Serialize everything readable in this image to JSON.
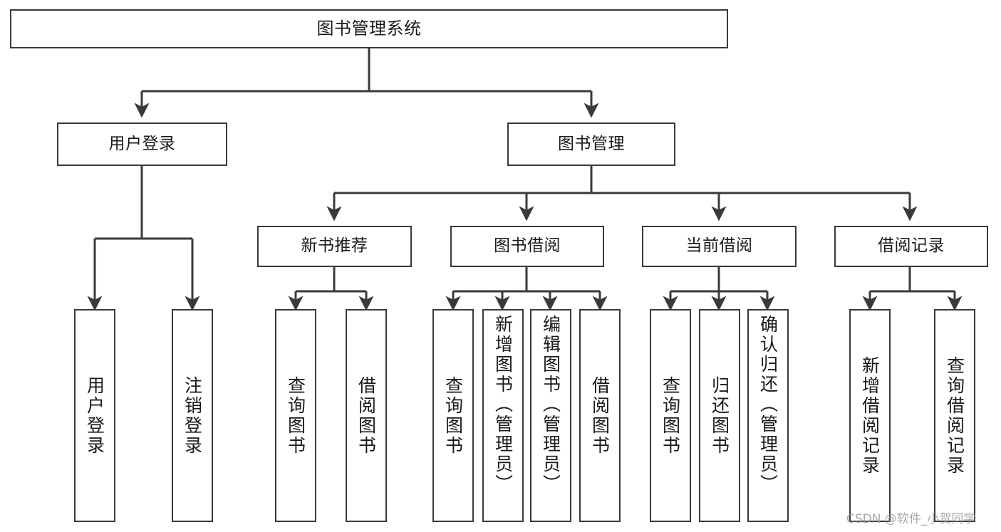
{
  "diagram": {
    "type": "tree",
    "title": "图书管理系统",
    "colors": {
      "box_border": "#3a3a3a",
      "box_fill": "#ffffff",
      "line": "#3a3a3a",
      "text": "#1a1a1a",
      "watermark": "#9a9a9a"
    },
    "root": {
      "label": "图书管理系统"
    },
    "level2": [
      {
        "label": "用户登录"
      },
      {
        "label": "图书管理"
      }
    ],
    "level3": [
      {
        "label": "新书推荐"
      },
      {
        "label": "图书借阅"
      },
      {
        "label": "当前借阅"
      },
      {
        "label": "借阅记录"
      }
    ],
    "leaves": {
      "user_login": [
        {
          "label": "用户登录"
        },
        {
          "label": "注销登录"
        }
      ],
      "new_book_recommend": [
        {
          "label": "查询图书"
        },
        {
          "label": "借阅图书"
        }
      ],
      "book_borrow": [
        {
          "label": "查询图书"
        },
        {
          "label": "新增图书（管理员）"
        },
        {
          "label": "编辑图书（管理员）"
        },
        {
          "label": "借阅图书"
        }
      ],
      "current_borrow": [
        {
          "label": "查询图书"
        },
        {
          "label": "归还图书"
        },
        {
          "label": "确认归还（管理员）"
        }
      ],
      "borrow_record": [
        {
          "label": "新增借阅记录"
        },
        {
          "label": "查询借阅记录"
        }
      ]
    }
  },
  "watermark": {
    "text": "CSDN @软件_小贺同学"
  }
}
